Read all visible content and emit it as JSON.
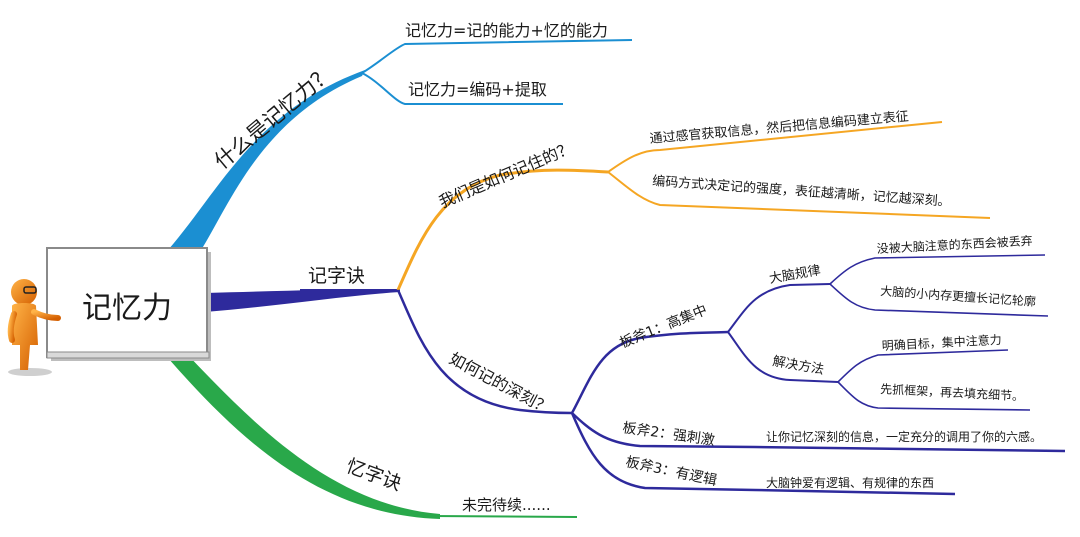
{
  "center": {
    "title": "记忆力"
  },
  "branches": {
    "what": {
      "label": "什么是记忆力？",
      "items": [
        "记忆力=记的能力+忆的能力",
        "记忆力=编码+提取"
      ]
    },
    "ji": {
      "label": "记字诀",
      "how_remember": {
        "label": "我们是如何记住的？",
        "items": [
          "通过感官获取信息，然后把信息编码建立表征",
          "编码方式决定记的强度，表征越清晰，记忆越深刻。"
        ]
      },
      "how_deep": {
        "label": "如何记的深刻？",
        "axe1": {
          "label": "板斧1：高集中",
          "brain_rules": {
            "label": "大脑规律",
            "items": [
              "没被大脑注意的东西会被丢弃",
              "大脑的小内存更擅长记忆轮廓"
            ]
          },
          "solutions": {
            "label": "解决方法",
            "items": [
              "明确目标，集中注意力",
              "先抓框架，再去填充细节。"
            ]
          }
        },
        "axe2": {
          "label": "板斧2：强刺激",
          "detail": "让你记忆深刻的信息，一定充分的调用了你的六感。"
        },
        "axe3": {
          "label": "板斧3：有逻辑",
          "detail": "大脑钟爱有逻辑、有规律的东西"
        }
      }
    },
    "yi": {
      "label": "忆字诀",
      "items": [
        "未完待续......"
      ]
    }
  },
  "colors": {
    "blue": "#1b8fd2",
    "orange": "#f5a623",
    "navy": "#2e2a9c",
    "green": "#29a84a",
    "figure": "#f07c12"
  }
}
